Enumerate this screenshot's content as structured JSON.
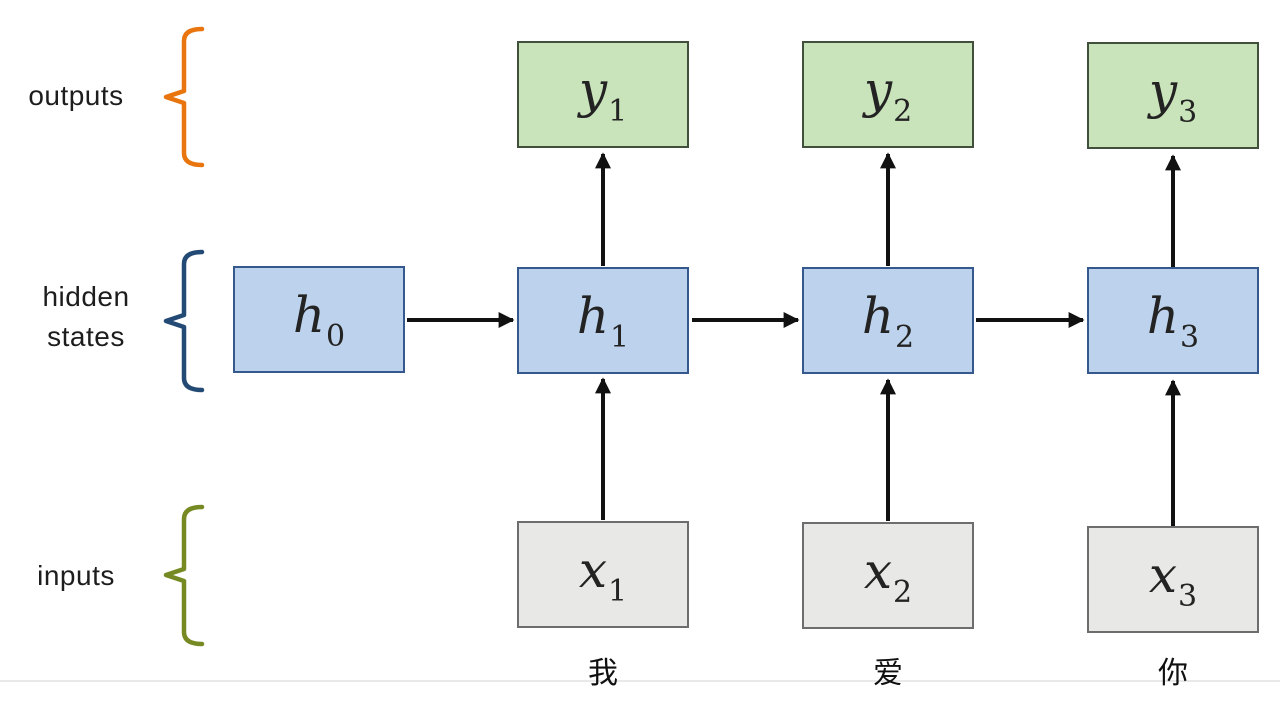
{
  "diagram": {
    "title": "rnn-unrolled-diagram",
    "row_labels": {
      "outputs": "outputs",
      "hidden_states": "hidden states",
      "inputs": "inputs"
    },
    "nodes": {
      "h0": {
        "letter": "h",
        "sub": "0"
      },
      "h1": {
        "letter": "h",
        "sub": "1"
      },
      "h2": {
        "letter": "h",
        "sub": "2"
      },
      "h3": {
        "letter": "h",
        "sub": "3"
      },
      "y1": {
        "letter": "y",
        "sub": "1"
      },
      "y2": {
        "letter": "y",
        "sub": "2"
      },
      "y3": {
        "letter": "y",
        "sub": "3"
      },
      "x1": {
        "letter": "x",
        "sub": "1"
      },
      "x2": {
        "letter": "x",
        "sub": "2"
      },
      "x3": {
        "letter": "x",
        "sub": "3"
      }
    },
    "input_words": {
      "w1": "我",
      "w2": "爱",
      "w3": "你"
    },
    "colors": {
      "output_fill": "#c9e3ba",
      "output_border": "#40503a",
      "hidden_fill": "#bdd2ec",
      "hidden_border": "#35598c",
      "input_fill": "#e8e8e7",
      "input_border": "#6d6d6d",
      "arrow": "#111111",
      "brace_outputs": "#e8750e",
      "brace_hidden": "#234a74",
      "brace_inputs": "#768a24"
    }
  }
}
